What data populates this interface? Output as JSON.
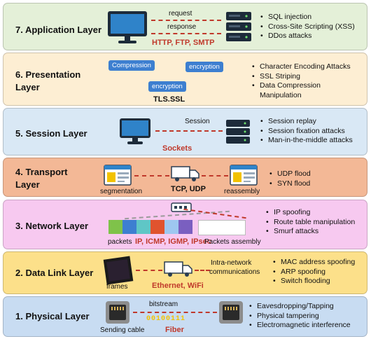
{
  "layers": [
    {
      "title": "7. Application Layer",
      "labels": {
        "request": "request",
        "response": "response"
      },
      "protocols": "HTTP, FTP, SMTP",
      "attacks": [
        "SQL injection",
        "Cross-Site Scripting (XSS)",
        "DDos attacks"
      ],
      "color": "#e4f0d8"
    },
    {
      "title_line1": "6. Presentation",
      "title_line2": "Layer",
      "tags": [
        "Compression",
        "encryption",
        "encryption"
      ],
      "protocols": "TLS.SSL",
      "attacks": [
        "Character Encoding Attacks",
        "SSL Striping",
        "Data Compression",
        "Manipulation"
      ],
      "color": "#fdeed3"
    },
    {
      "title": "5. Session Layer",
      "labels": {
        "session": "Session"
      },
      "protocols": "Sockets",
      "attacks": [
        "Session replay",
        "Session fixation attacks",
        "Man-in-the-middle attacks"
      ],
      "color": "#d9e8f5"
    },
    {
      "title_line1": "4. Transport",
      "title_line2": "Layer",
      "labels": {
        "left": "segmentation",
        "right": "reassembly"
      },
      "protocols": "TCP, UDP",
      "attacks": [
        "UDP flood",
        "SYN flood"
      ],
      "color": "#f3b896"
    },
    {
      "title": "3. Network Layer",
      "labels": {
        "packets": "packets",
        "assembly": "Packets assembly"
      },
      "protocols": "IP, ICMP, IGMP, IPsec",
      "attacks": [
        "IP spoofing",
        "Route table manipulation",
        "Smurf attacks"
      ],
      "color": "#f7c9f0"
    },
    {
      "title": "2. Data Link Layer",
      "labels": {
        "frames": "frames",
        "intra1": "Intra-network",
        "intra2": "communications"
      },
      "protocols": "Ethernet, WiFi",
      "attacks": [
        "MAC address spoofing",
        "ARP spoofing",
        "Switch flooding"
      ],
      "color": "#fce08a"
    },
    {
      "title": "1. Physical Layer",
      "labels": {
        "bitstream": "bitstream",
        "bits": "00100111",
        "cable": "Sending cable"
      },
      "protocols": "Fiber",
      "attacks": [
        "Eavesdropping/Tapping",
        "Physical tampering",
        "Electromagnetic interference"
      ],
      "color": "#c8dcf2"
    }
  ],
  "colors": {
    "accent_red": "#c0392b",
    "tag_blue": "#3d7fd0",
    "bits_yellow": "#f2c200"
  },
  "icons": [
    "monitor-icon",
    "server-stack-icon",
    "browser-window-icon",
    "delivery-truck-icon",
    "router-icon",
    "ethernet-port-icon",
    "network-card-icon"
  ]
}
